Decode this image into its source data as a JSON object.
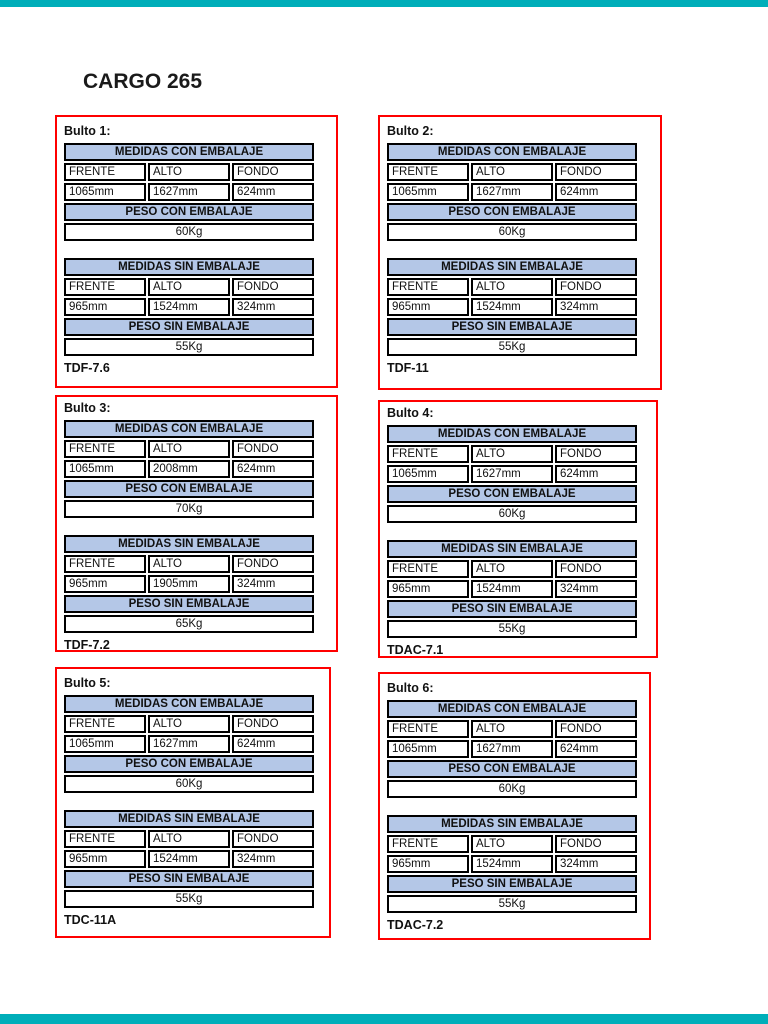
{
  "page": {
    "title": "CARGO 265"
  },
  "colors": {
    "header_blue": "#b4c7e7",
    "box_border_red": "#ff0000",
    "edge_bar_teal": "#00aeb9"
  },
  "labels": {
    "medidas_con": "MEDIDAS CON EMBALAJE",
    "peso_con": "PESO CON EMBALAJE",
    "medidas_sin": "MEDIDAS SIN EMBALAJE",
    "peso_sin": "PESO SIN EMBALAJE",
    "col_frente": "FRENTE",
    "col_alto": "ALTO",
    "col_fondo": "FONDO"
  },
  "bultos": [
    {
      "label": "Bulto 1:",
      "con": {
        "frente": "1065mm",
        "alto": "1627mm",
        "fondo": "624mm",
        "peso": "60Kg"
      },
      "sin": {
        "frente": "965mm",
        "alto": "1524mm",
        "fondo": "324mm",
        "peso": "55Kg"
      },
      "code": "TDF-7.6"
    },
    {
      "label": "Bulto 2:",
      "con": {
        "frente": "1065mm",
        "alto": "1627mm",
        "fondo": "624mm",
        "peso": "60Kg"
      },
      "sin": {
        "frente": "965mm",
        "alto": "1524mm",
        "fondo": "324mm",
        "peso": "55Kg"
      },
      "code": "TDF-11"
    },
    {
      "label": "Bulto 3:",
      "con": {
        "frente": "1065mm",
        "alto": "2008mm",
        "fondo": "624mm",
        "peso": "70Kg"
      },
      "sin": {
        "frente": "965mm",
        "alto": "1905mm",
        "fondo": "324mm",
        "peso": "65Kg"
      },
      "code": "TDF-7.2"
    },
    {
      "label": "Bulto 4:",
      "con": {
        "frente": "1065mm",
        "alto": "1627mm",
        "fondo": "624mm",
        "peso": "60Kg"
      },
      "sin": {
        "frente": "965mm",
        "alto": "1524mm",
        "fondo": "324mm",
        "peso": "55Kg"
      },
      "code": "TDAC-7.1"
    },
    {
      "label": "Bulto 5:",
      "con": {
        "frente": "1065mm",
        "alto": "1627mm",
        "fondo": "624mm",
        "peso": "60Kg"
      },
      "sin": {
        "frente": "965mm",
        "alto": "1524mm",
        "fondo": "324mm",
        "peso": "55Kg"
      },
      "code": "TDC-11A"
    },
    {
      "label": "Bulto 6:",
      "con": {
        "frente": "1065mm",
        "alto": "1627mm",
        "fondo": "624mm",
        "peso": "60Kg"
      },
      "sin": {
        "frente": "965mm",
        "alto": "1524mm",
        "fondo": "324mm",
        "peso": "55Kg"
      },
      "code": "TDAC-7.2"
    }
  ]
}
